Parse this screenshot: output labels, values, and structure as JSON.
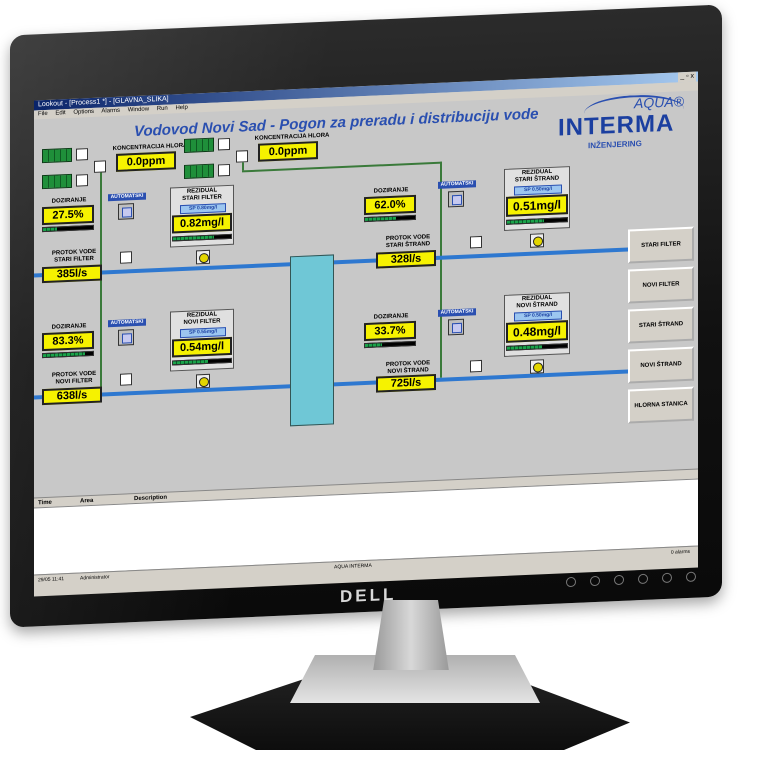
{
  "window": {
    "title": "Lookout - [Process1 *] - [GLAVNA_SLIKA]",
    "menu": [
      "File",
      "Edit",
      "Options",
      "Alarms",
      "Window",
      "Run",
      "Help"
    ],
    "controls": "_ ▫ x"
  },
  "hmi": {
    "title": "Vodovod Novi Sad - Pogon za preradu i distribuciju vode",
    "logo": {
      "aqua": "AQUA®",
      "interma": "INTERMA",
      "inzenjering": "INŽENJERING"
    },
    "chlorine": [
      {
        "label": "KONCENTRACIJA HLORA",
        "value": "0.0ppm"
      },
      {
        "label": "KONCENTRACIJA HLORA",
        "value": "0.0ppm"
      }
    ],
    "dosing": {
      "label": "DOZIRANJE",
      "auto_label": "AUTOMATSKI",
      "stari_filter": {
        "value": "27.5%",
        "level_pct": 27.5
      },
      "novi_filter": {
        "value": "83.3%",
        "level_pct": 83.3
      },
      "stari_strand": {
        "value": "62.0%",
        "level_pct": 62
      },
      "novi_strand": {
        "value": "33.7%",
        "level_pct": 33.7
      }
    },
    "residual": {
      "stari_filter": {
        "label1": "REZIDUAL",
        "label2": "STARI FILTER",
        "sp": "SP 0.80mg/l",
        "value": "0.82mg/l",
        "level_pct": 70
      },
      "novi_filter": {
        "label1": "REZIDUAL",
        "label2": "NOVI FILTER",
        "sp": "SP 0.55mg/l",
        "value": "0.54mg/l",
        "level_pct": 60
      },
      "stari_strand": {
        "label1": "REZIDUAL",
        "label2": "STARI ŠTRAND",
        "sp": "SP 0.50mg/l",
        "value": "0.51mg/l",
        "level_pct": 62
      },
      "novi_strand": {
        "label1": "REZIDUAL",
        "label2": "NOVI ŠTRAND",
        "sp": "SP 0.50mg/l",
        "value": "0.48mg/l",
        "level_pct": 58
      }
    },
    "flow": {
      "stari_filter": {
        "label1": "PROTOK VODE",
        "label2": "STARI FILTER",
        "value": "385l/s"
      },
      "novi_filter": {
        "label1": "PROTOK VODE",
        "label2": "NOVI FILTER",
        "value": "638l/s"
      },
      "stari_strand": {
        "label1": "PROTOK VODE",
        "label2": "STARI ŠTRAND",
        "value": "328l/s"
      },
      "novi_strand": {
        "label1": "PROTOK VODE",
        "label2": "NOVI ŠTRAND",
        "value": "725l/s"
      }
    },
    "nav_buttons": [
      "STARI FILTER",
      "NOVI FILTER",
      "STARI ŠTRAND",
      "NOVI ŠTRAND",
      "HLORNA STANICA"
    ]
  },
  "alarms": {
    "columns": [
      "Time",
      "Area",
      "Description"
    ]
  },
  "statusbar": {
    "time": "29/05 11:41",
    "user": "Administrator",
    "center": "AQUA INTERMA",
    "alarms": "0 alarms"
  },
  "monitor": {
    "brand": "DELL"
  }
}
